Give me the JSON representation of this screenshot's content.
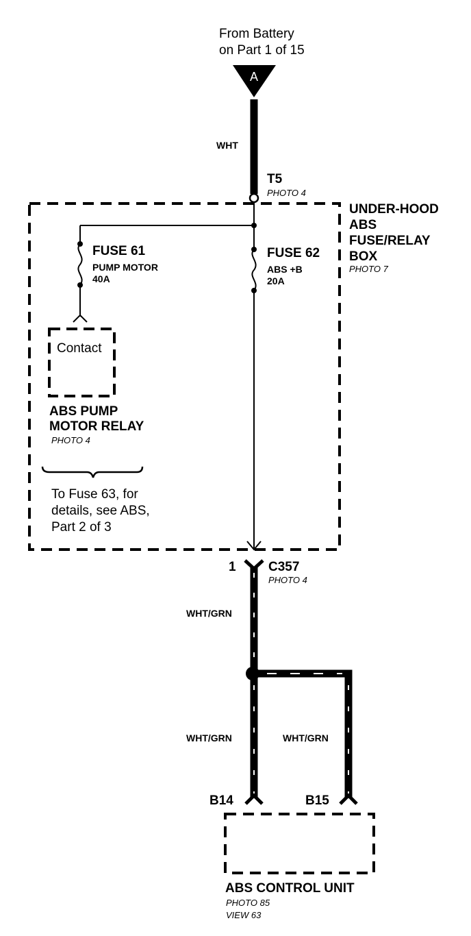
{
  "source": {
    "line1": "From Battery",
    "line2": "on Part 1 of 15",
    "connector_letter": "A"
  },
  "wires": {
    "battery_wire": "WHT",
    "c357_wire": "WHT/GRN",
    "b14_wire": "WHT/GRN",
    "b15_wire": "WHT/GRN"
  },
  "t5": {
    "name": "T5",
    "photo": "PHOTO 4"
  },
  "fuse_box": {
    "line1": "UNDER-HOOD",
    "line2": "ABS",
    "line3": "FUSE/RELAY",
    "line4": "BOX",
    "photo": "PHOTO 7"
  },
  "fuse61": {
    "name": "FUSE 61",
    "desc": "PUMP MOTOR",
    "rating": "40A"
  },
  "fuse62": {
    "name": "FUSE 62",
    "desc": "ABS +B",
    "rating": "20A"
  },
  "relay": {
    "contact": "Contact",
    "line1": "ABS PUMP",
    "line2": "MOTOR RELAY",
    "photo": "PHOTO 4"
  },
  "note": {
    "line1": "To Fuse 63, for",
    "line2": "details, see ABS,",
    "line3": "Part 2 of 3"
  },
  "c357": {
    "pin": "1",
    "name": "C357",
    "photo": "PHOTO 4"
  },
  "control_unit": {
    "pin_b14": "B14",
    "pin_b15": "B15",
    "name": "ABS CONTROL UNIT",
    "photo": "PHOTO 85",
    "view": "VIEW 63"
  }
}
